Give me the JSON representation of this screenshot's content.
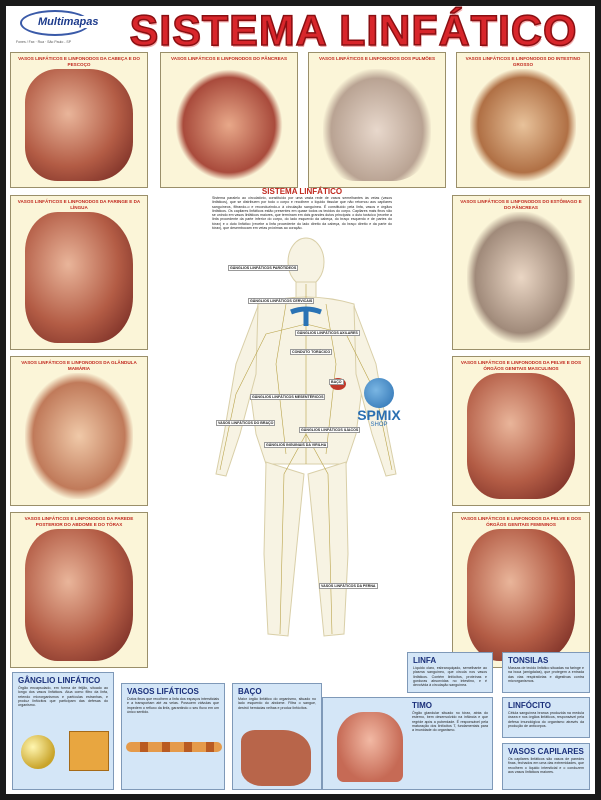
{
  "header": {
    "brand": "Multimapas",
    "brand_info": "Fones / Fax · Rua · São Paulo - SP",
    "title": "SISTEMA LINFÁTICO"
  },
  "intro": {
    "title": "SISTEMA LINFÁTICO",
    "text": "Sistema paralelo ao circulatório, constituído por uma vasta rede de vasos semelhantes às veias (vasos linfáticos), que se distribuem por todo o corpo e recolhem o líquido tissular que não retornou aos capilares sanguíneos, filtrando-o e reconduzindo-o à circulação sanguínea. É constituído pela linfa, vasos e órgãos linfáticos. Os capilares linfáticos estão presentes em quase todos os tecidos do corpo. Capilares mais finos vão se unindo em vasos linfáticos maiores, que terminam em dois grandes dutos principais: o duto torácico (recebe a linfa procedente da parte inferior do corpo, do lado esquerdo da cabeça, do braço esquerdo e de partes do tórax) e o duto linfático (recebe a linfa procedente do lado direito da cabeça, do braço direito e da parte do tórax), que desembocam em veias próximas ao coração."
  },
  "panels": {
    "cabeca": "VASOS LINFÁTICOS E LINFONODOS DA CABEÇA E DO PESCOÇO",
    "pancreas": "VASOS LINFÁTICOS E LINFONODOS DO PÂNCREAS",
    "pulmoes": "VASOS LINFÁTICOS E LINFONODOS DOS PULMÕES",
    "intestino": "VASOS LINFÁTICOS E LINFONODOS DO INTESTINO GROSSO",
    "faringe": "VASOS LINFÁTICOS E LINFONODOS DA FARINGE E DA LÍNGUA",
    "mamaria": "VASOS LINFÁTICOS E LINFONODOS DA GLÂNDULA MAMÁRIA",
    "parede": "VASOS LINFÁTICOS E LINFONODOS DA PAREDE POSTERIOR DO ABDOME E DO TÓRAX",
    "estomago": "VASOS LINFÁTICOS E LINFONODOS DO ESTÔMAGO E DO PÂNCREAS",
    "pelve_masc": "VASOS LINFÁTICOS E LINFONODOS DA PELVE E DOS ÓRGÃOS GENITAIS MASCULINOS",
    "pelve_fem": "VASOS LINFÁTICOS E LINFONODOS DA PELVE E DOS ÓRGÃOS GENITAIS FEMININOS"
  },
  "body_labels": {
    "parotideos": "GÂNGLIOS LINFÁTICOS PARÓTIDEOS",
    "cervicais": "GÂNGLIOS LINFÁTICOS CERVICAIS",
    "axilares": "GÂNGLIOS LINFÁTICOS AXILARES",
    "toracico": "CONDUTO TORÁCICO",
    "baco": "BAÇO",
    "mesentericos": "GÂNGLIOS LINFÁTICOS MESENTÉRICOS",
    "braco": "VASOS LINFÁTICOS DO BRAÇO",
    "iliacos": "GÂNGLIOS LINFÁTICOS ILÍACOS",
    "virilha": "GÂNGLIOS INGUINAIS DA VIRILHA",
    "perna": "VASOS LINFÁTICOS DA PERNA"
  },
  "watermark": {
    "name": "SPMIX",
    "sub": "SHOP"
  },
  "boxes": {
    "ganglio": {
      "title": "GÂNGLIO LINFÁTICO",
      "text": "Órgão encapsulado, em forma de feijão, situado ao longo dos vasos linfáticos. Atua como filtro da linfa, retendo microrganismos e partículas estranhas, e produz linfócitos que participam das defesas do organismo."
    },
    "vasos": {
      "title": "VASOS LIFÁTICOS",
      "text": "Dutos finos que recolhem a linfa dos espaços intersticiais e a transportam até as veias. Possuem válvulas que impedem o refluxo da linfa, garantindo o seu fluxo em um único sentido."
    },
    "baco": {
      "title": "BAÇO",
      "text": "Maior órgão linfático do organismo, situado no lado esquerdo do abdome. Filtra o sangue, destrói hemácias velhas e produz linfócitos."
    },
    "linfa": {
      "title": "LINFA",
      "text": "Líquido claro, esbranquiçado, semelhante ao plasma sanguíneo, que circula nos vasos linfáticos. Contém linfócitos, proteínas e gorduras absorvidas no intestino, e é devolvida à circulação sanguínea."
    },
    "timo": {
      "title": "TIMO",
      "text": "Órgão glandular situado no tórax, atrás do esterno, bem desenvolvido na infância e que regride após a puberdade. É responsável pela maturação dos linfócitos T, fundamentais para a imunidade do organismo."
    },
    "tonsilas": {
      "title": "TONSILAS",
      "text": "Massas de tecido linfático situadas na faringe e na boca (amígdalas), que protegem a entrada das vias respiratórias e digestivas contra microrganismos."
    },
    "linfocito": {
      "title": "LINFÓCITO",
      "text": "Célula sanguínea branca produzida na medula óssea e nos órgãos linfáticos, responsável pela defesa imunológica do organismo através da produção de anticorpos."
    },
    "capilares": {
      "title": "VASOS CAPILARES",
      "text": "Os capilares linfáticos são vasos de paredes finas, fechados em uma das extremidades, que recolhem o líquido intersticial e o conduzem aos vasos linfáticos maiores."
    }
  }
}
